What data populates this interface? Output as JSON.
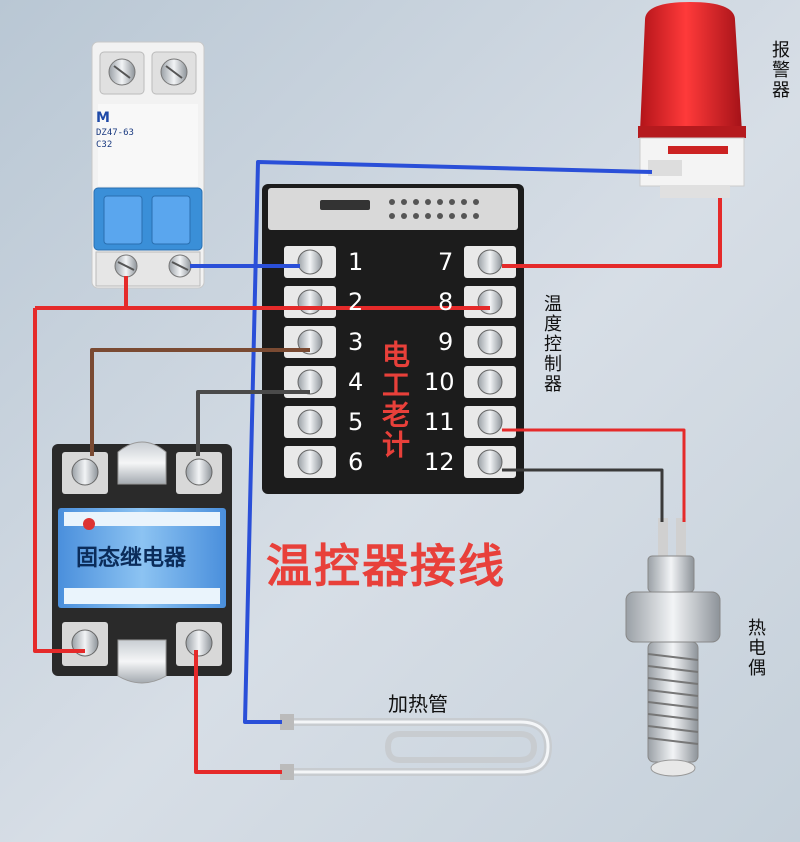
{
  "diagram": {
    "title": "温控器接线",
    "brand_watermark": "电工老计",
    "components": {
      "controller": {
        "label": "温度控制器"
      },
      "alarm": {
        "label": "报警器"
      },
      "thermocouple": {
        "label": "热电偶"
      },
      "ssr": {
        "label": "固态继电器"
      },
      "heater": {
        "label": "加热管"
      },
      "breaker": {
        "logo": "M",
        "model": "DZ47-63",
        "rating": "C32"
      }
    },
    "terminals": {
      "left": [
        "1",
        "2",
        "3",
        "4",
        "5",
        "6"
      ],
      "right": [
        "7",
        "8",
        "9",
        "10",
        "11",
        "12"
      ]
    }
  },
  "colors": {
    "wire_red": "#e52a2a",
    "wire_blue": "#2a4fd8",
    "wire_brown": "#7a4a32",
    "wire_dark": "#4a4a4a",
    "accent_text": "#e8403a",
    "ssr_blue": "#5aa0e6",
    "breaker_blue": "#3a8fd8"
  }
}
